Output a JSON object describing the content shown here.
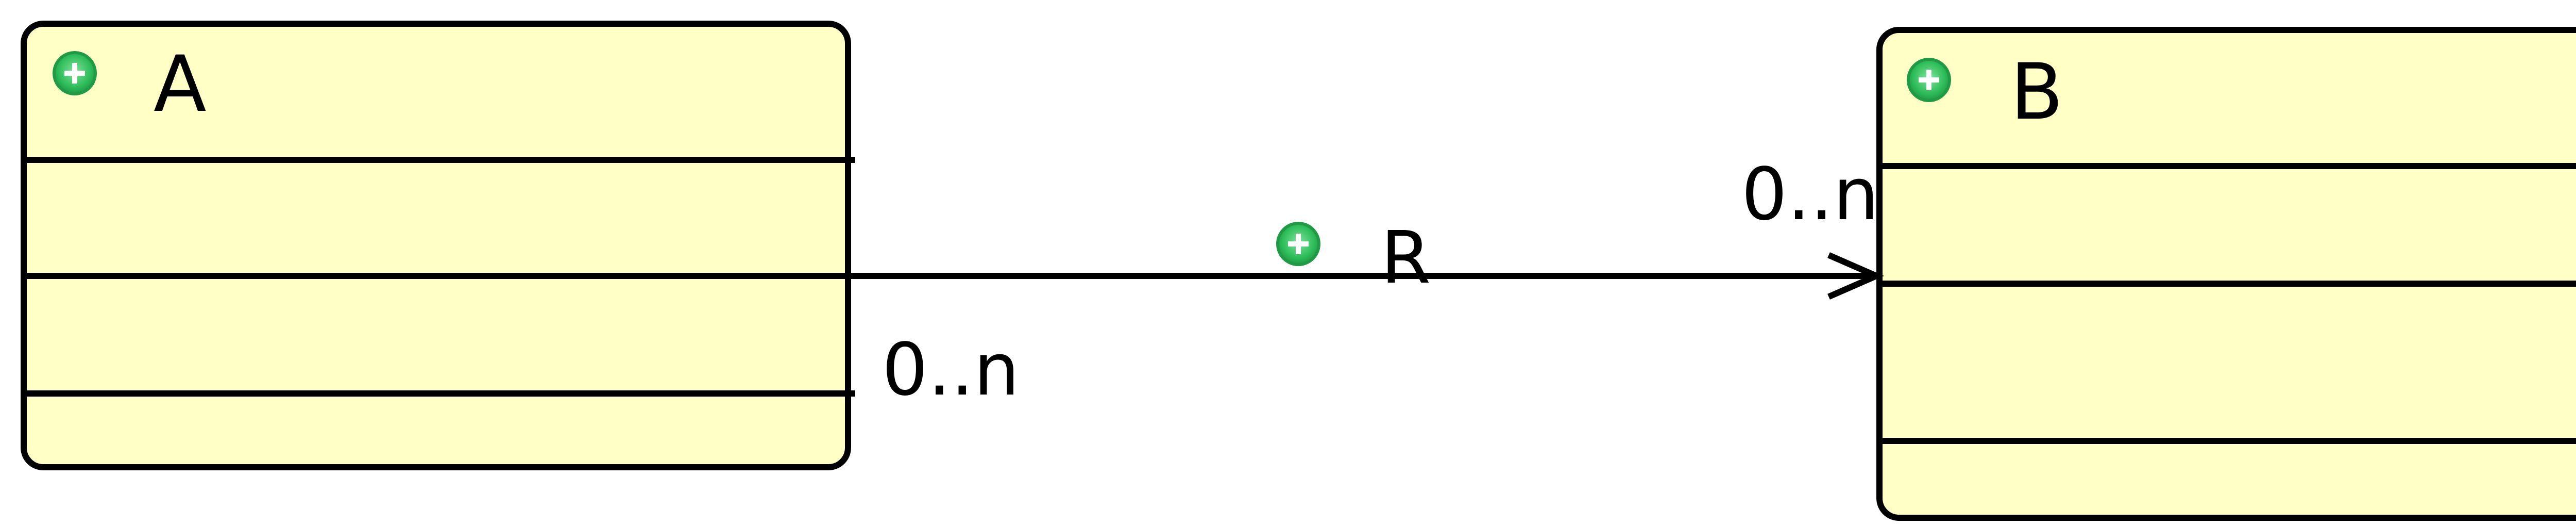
{
  "diagram": {
    "class_a": {
      "name": "A",
      "fill_color": "#ffffc6",
      "icon": "plus-circle-icon",
      "icon_color": "#2ebd5a"
    },
    "class_b": {
      "name": "B",
      "fill_color": "#ffffc6",
      "icon": "plus-circle-icon",
      "icon_color": "#2ebd5a"
    },
    "association": {
      "name": "R",
      "icon": "plus-circle-icon",
      "source_multiplicity": "0..n",
      "target_multiplicity": "0..n",
      "navigable_end": "B"
    }
  }
}
